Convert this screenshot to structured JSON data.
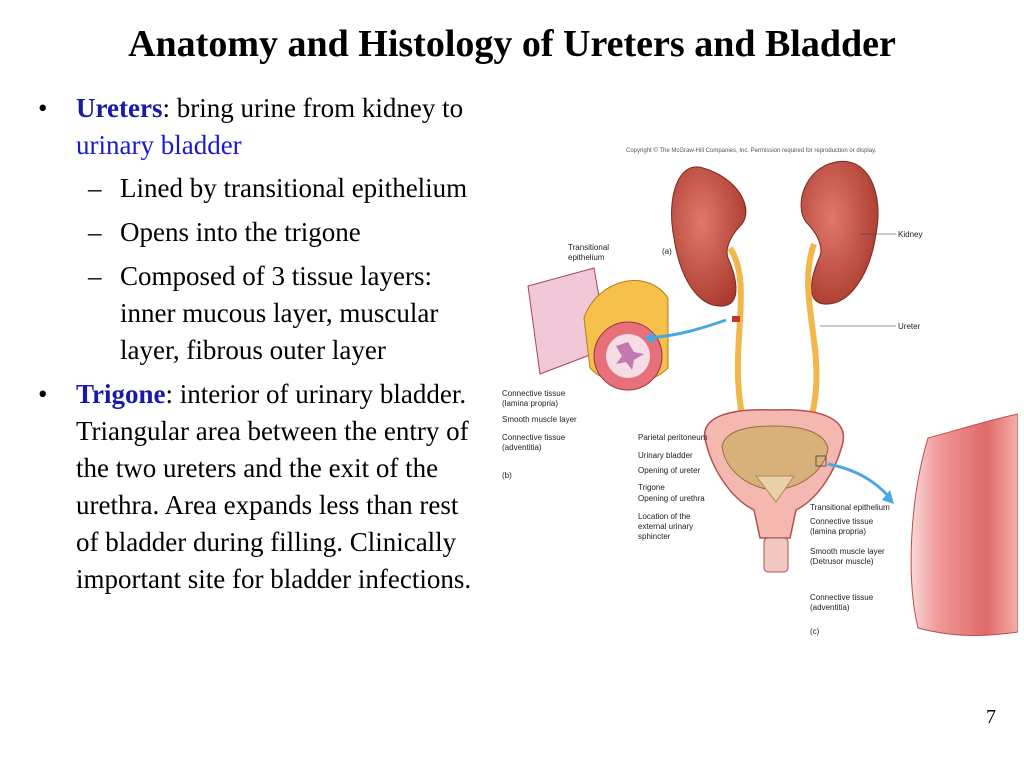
{
  "slide": {
    "title": "Anatomy and Histology of Ureters and Bladder",
    "page_number": "7"
  },
  "bullets": {
    "ureters": {
      "marker": "•",
      "term": "Ureters",
      "text_a": ": bring urine from kidney to ",
      "highlight": "urinary bladder",
      "subs": [
        {
          "marker": "–",
          "text": " Lined by transitional epithelium"
        },
        {
          "marker": "–",
          "text": "Opens into the trigone"
        },
        {
          "marker": "–",
          "text": "Composed of 3 tissue layers: inner mucous layer, muscular layer, fibrous outer layer"
        }
      ]
    },
    "trigone": {
      "marker": "•",
      "term": "Trigone",
      "text": ": interior of urinary bladder. Triangular area between the entry of the two ureters and the exit of the urethra. Area expands less than rest of bladder during filling.  Clinically important site for bladder infections."
    }
  },
  "figure": {
    "copyright": "Copyright © The McGraw-Hill Companies, Inc. Permission required for reproduction or display.",
    "panel_a": "(a)",
    "panel_b": "(b)",
    "panel_c": "(c)",
    "labels": {
      "kidney": "Kidney",
      "ureter": "Ureter",
      "transitional_epithelium_1": "Transitional",
      "transitional_epithelium_2": "epithelium",
      "ct_lamina_1": "Connective tissue",
      "ct_lamina_2": "(lamina propria)",
      "smooth_muscle": "Smooth muscle layer",
      "ct_adventitia_1": "Connective tissue",
      "ct_adventitia_2": "(adventitia)",
      "parietal_peritoneum": "Parietal peritoneum",
      "urinary_bladder": "Urinary bladder",
      "opening_ureter": "Opening of ureter",
      "trigone": "Trigone",
      "opening_urethra": "Opening of urethra",
      "sphincter_1": "Location of the",
      "sphincter_2": "external urinary",
      "sphincter_3": "sphincter",
      "c_trans_epi": "Transitional epithelium",
      "c_ct_1": "Connective tissue",
      "c_ct_2": "(lamina propria)",
      "c_sm_1": "Smooth muscle layer",
      "c_sm_2": "(Detrusor muscle)",
      "c_adv_1": "Connective tissue",
      "c_adv_2": "(adventitia)"
    }
  }
}
